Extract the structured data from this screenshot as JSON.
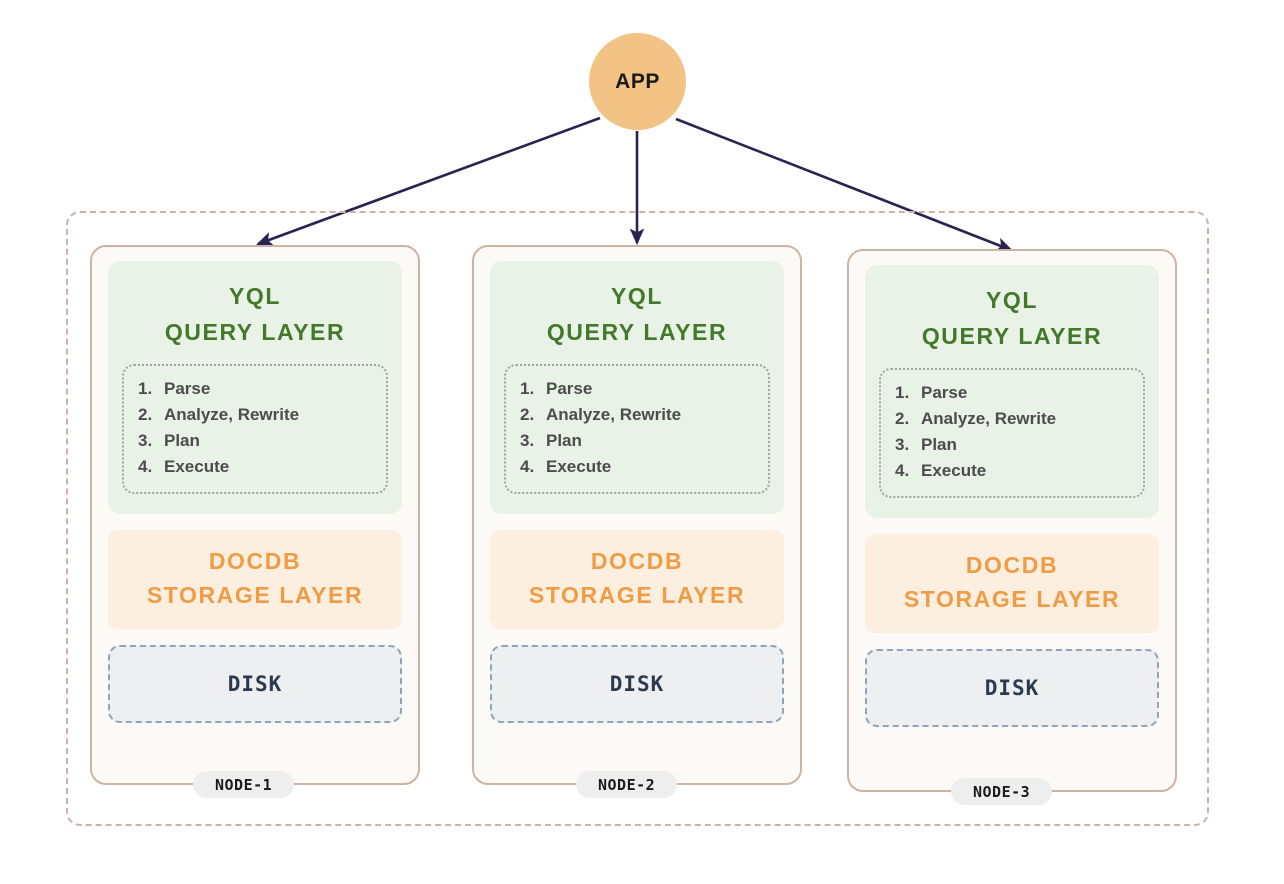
{
  "diagram": {
    "app": {
      "label": "APP",
      "color": "#f3c285"
    },
    "arrow_color": "#2a2352",
    "cluster": {
      "border_color": "#cbb2a4",
      "border_style": "dash-dot"
    },
    "colors": {
      "query_layer_text": "#44782a",
      "query_layer_bg": "#e9f2e7",
      "storage_layer_text": "#ef9c44",
      "storage_layer_bg": "#fcefe0",
      "disk_text": "#2c3a51",
      "disk_bg": "#edeff1",
      "disk_border": "#8ea4ba",
      "node_card_border": "#cdb3a4",
      "node_card_bg": "#fcfaf7",
      "steps_text": "#4c4c4c",
      "badge_bg": "#eeeeee"
    },
    "nodes": [
      {
        "badge": "NODE-1",
        "query_layer": {
          "title_line1": "YQL",
          "title_line2": "QUERY LAYER",
          "steps": [
            {
              "num": "1.",
              "text": "Parse"
            },
            {
              "num": "2.",
              "text": "Analyze, Rewrite"
            },
            {
              "num": "3.",
              "text": "Plan"
            },
            {
              "num": "4.",
              "text": "Execute"
            }
          ]
        },
        "storage_layer": {
          "title_line1": "DOCDB",
          "title_line2": "STORAGE LAYER"
        },
        "disk": {
          "label": "DISK"
        }
      },
      {
        "badge": "NODE-2",
        "query_layer": {
          "title_line1": "YQL",
          "title_line2": "QUERY LAYER",
          "steps": [
            {
              "num": "1.",
              "text": "Parse"
            },
            {
              "num": "2.",
              "text": "Analyze, Rewrite"
            },
            {
              "num": "3.",
              "text": "Plan"
            },
            {
              "num": "4.",
              "text": "Execute"
            }
          ]
        },
        "storage_layer": {
          "title_line1": "DOCDB",
          "title_line2": "STORAGE LAYER"
        },
        "disk": {
          "label": "DISK"
        }
      },
      {
        "badge": "NODE-3",
        "query_layer": {
          "title_line1": "YQL",
          "title_line2": "QUERY LAYER",
          "steps": [
            {
              "num": "1.",
              "text": "Parse"
            },
            {
              "num": "2.",
              "text": "Analyze, Rewrite"
            },
            {
              "num": "3.",
              "text": "Plan"
            },
            {
              "num": "4.",
              "text": "Execute"
            }
          ]
        },
        "storage_layer": {
          "title_line1": "DOCDB",
          "title_line2": "STORAGE LAYER"
        },
        "disk": {
          "label": "DISK"
        }
      }
    ]
  }
}
